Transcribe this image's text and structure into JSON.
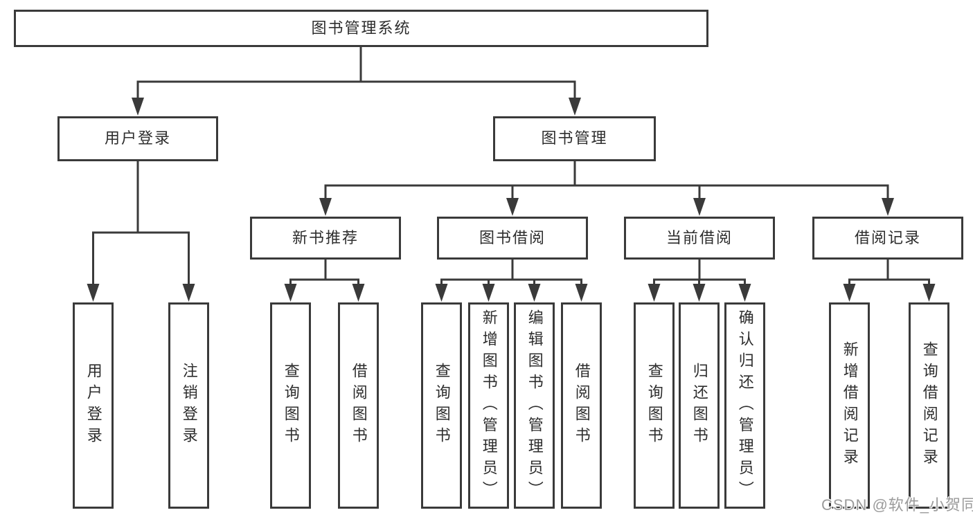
{
  "diagram": {
    "title": "图书管理系统",
    "tree": {
      "root": {
        "label": "图书管理系统"
      },
      "children": [
        {
          "label": "用户登录",
          "children": [
            {
              "label": "用户登录"
            },
            {
              "label": "注销登录"
            }
          ]
        },
        {
          "label": "图书管理",
          "children": [
            {
              "label": "新书推荐",
              "children": [
                {
                  "label": "查询图书"
                },
                {
                  "label": "借阅图书"
                }
              ]
            },
            {
              "label": "图书借阅",
              "children": [
                {
                  "label": "查询图书"
                },
                {
                  "label": "新增图书（管理员）"
                },
                {
                  "label": "编辑图书（管理员）"
                },
                {
                  "label": "借阅图书"
                }
              ]
            },
            {
              "label": "当前借阅",
              "children": [
                {
                  "label": "查询图书"
                },
                {
                  "label": "归还图书"
                },
                {
                  "label": "确认归还（管理员）"
                }
              ]
            },
            {
              "label": "借阅记录",
              "children": [
                {
                  "label": "新增借阅记录"
                },
                {
                  "label": "查询借阅记录"
                }
              ]
            }
          ]
        }
      ]
    },
    "colors": {
      "line": "#3a3a3a",
      "text": "#2d2d2d",
      "box_background": "#ffffff",
      "watermark": "#9b9b9b",
      "background": "#ffffff"
    }
  },
  "watermark": {
    "text": "CSDN @软件_小贺同学"
  }
}
